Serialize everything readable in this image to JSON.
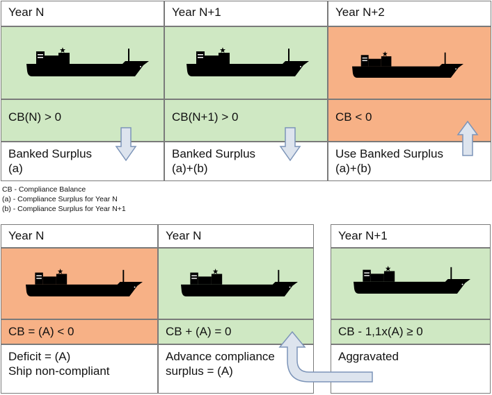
{
  "top": {
    "headers": [
      "Year N",
      "Year N+1",
      "Year N+2"
    ],
    "cb": [
      "CB(N) > 0",
      "CB(N+1) > 0",
      "CB < 0"
    ],
    "bottom_line1": [
      "Banked Surplus",
      "Banked Surplus",
      "Use Banked Surplus"
    ],
    "bottom_line2": [
      "(a)",
      "(a)+(b)",
      "(a)+(b)"
    ]
  },
  "legend": [
    "CB - Compliance Balance",
    "(a) - Compliance Surplus for Year N",
    "(b) - Compliance Surplus for Year N+1"
  ],
  "bottom": {
    "headers": [
      "Year N",
      "Year N",
      "Year N+1"
    ],
    "cb": [
      "CB = (A) < 0",
      "CB + (A) = 0",
      "CB - 1,1x(A) ≥ 0"
    ],
    "line1": [
      "Deficit = (A)",
      "Advance compliance",
      "Aggravated"
    ],
    "line2": [
      "Ship non-compliant",
      "surplus = (A)",
      ""
    ]
  },
  "colors": {
    "green": "#cfe8c3",
    "orange": "#f7b186",
    "arrow_fill": "#dde4ee",
    "arrow_stroke": "#7c94b8"
  },
  "icons": [
    "ship-icon",
    "down-arrow-icon",
    "up-arrow-icon",
    "elbow-arrow-icon"
  ]
}
